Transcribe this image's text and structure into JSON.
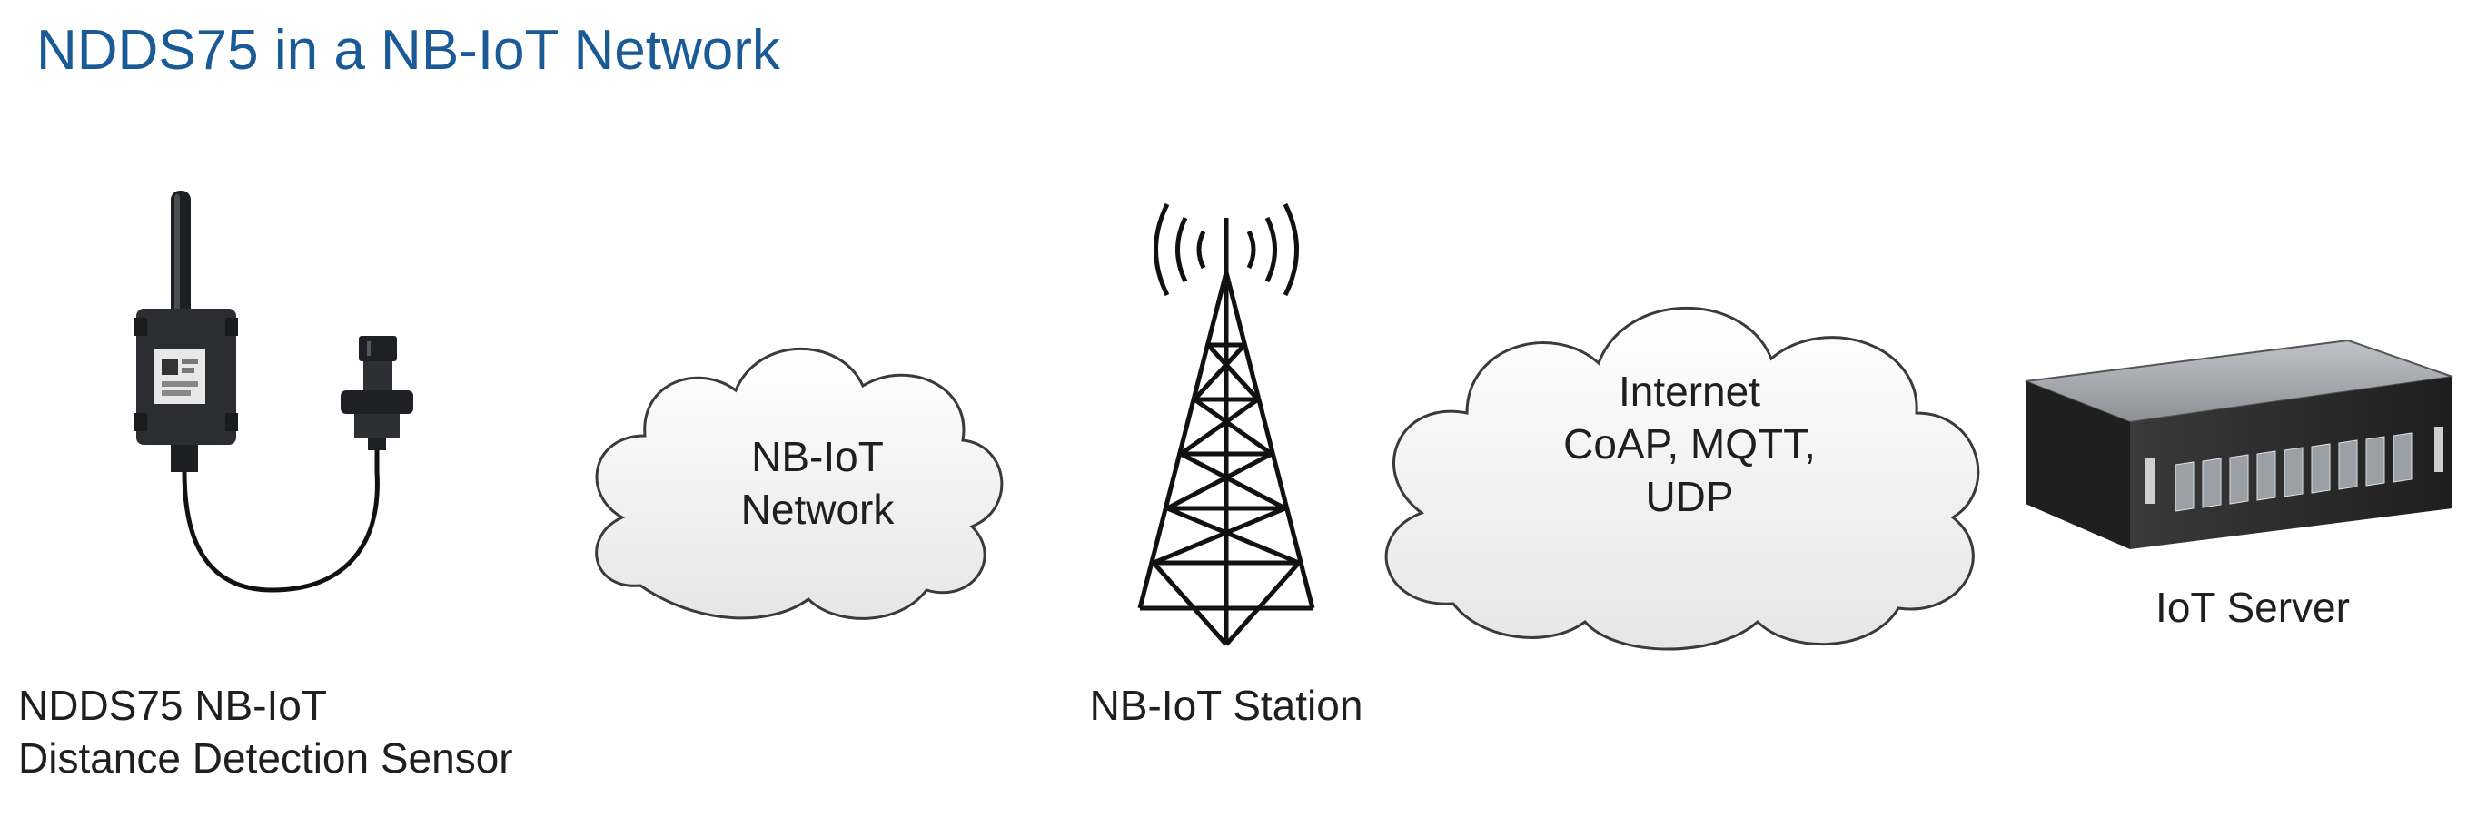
{
  "title": "NDDS75 in a NB-IoT Network",
  "nodes": {
    "sensor": {
      "label_line1": "NDDS75 NB-IoT",
      "label_line2": "Distance Detection Sensor"
    },
    "nbiot_cloud": {
      "line1": "NB-IoT",
      "line2": "Network"
    },
    "station": {
      "label": "NB-IoT Station"
    },
    "internet_cloud": {
      "line1": "Internet",
      "line2": "CoAP, MQTT,",
      "line3": "UDP"
    },
    "server": {
      "label": "IoT Server"
    }
  },
  "colors": {
    "title": "#1a5a96",
    "cloud_fill": "#f4f4f4",
    "cloud_stroke": "#3a3a3a",
    "device_body": "#2b2d30",
    "tower": "#111111",
    "server_front": "#2a2a2a"
  }
}
